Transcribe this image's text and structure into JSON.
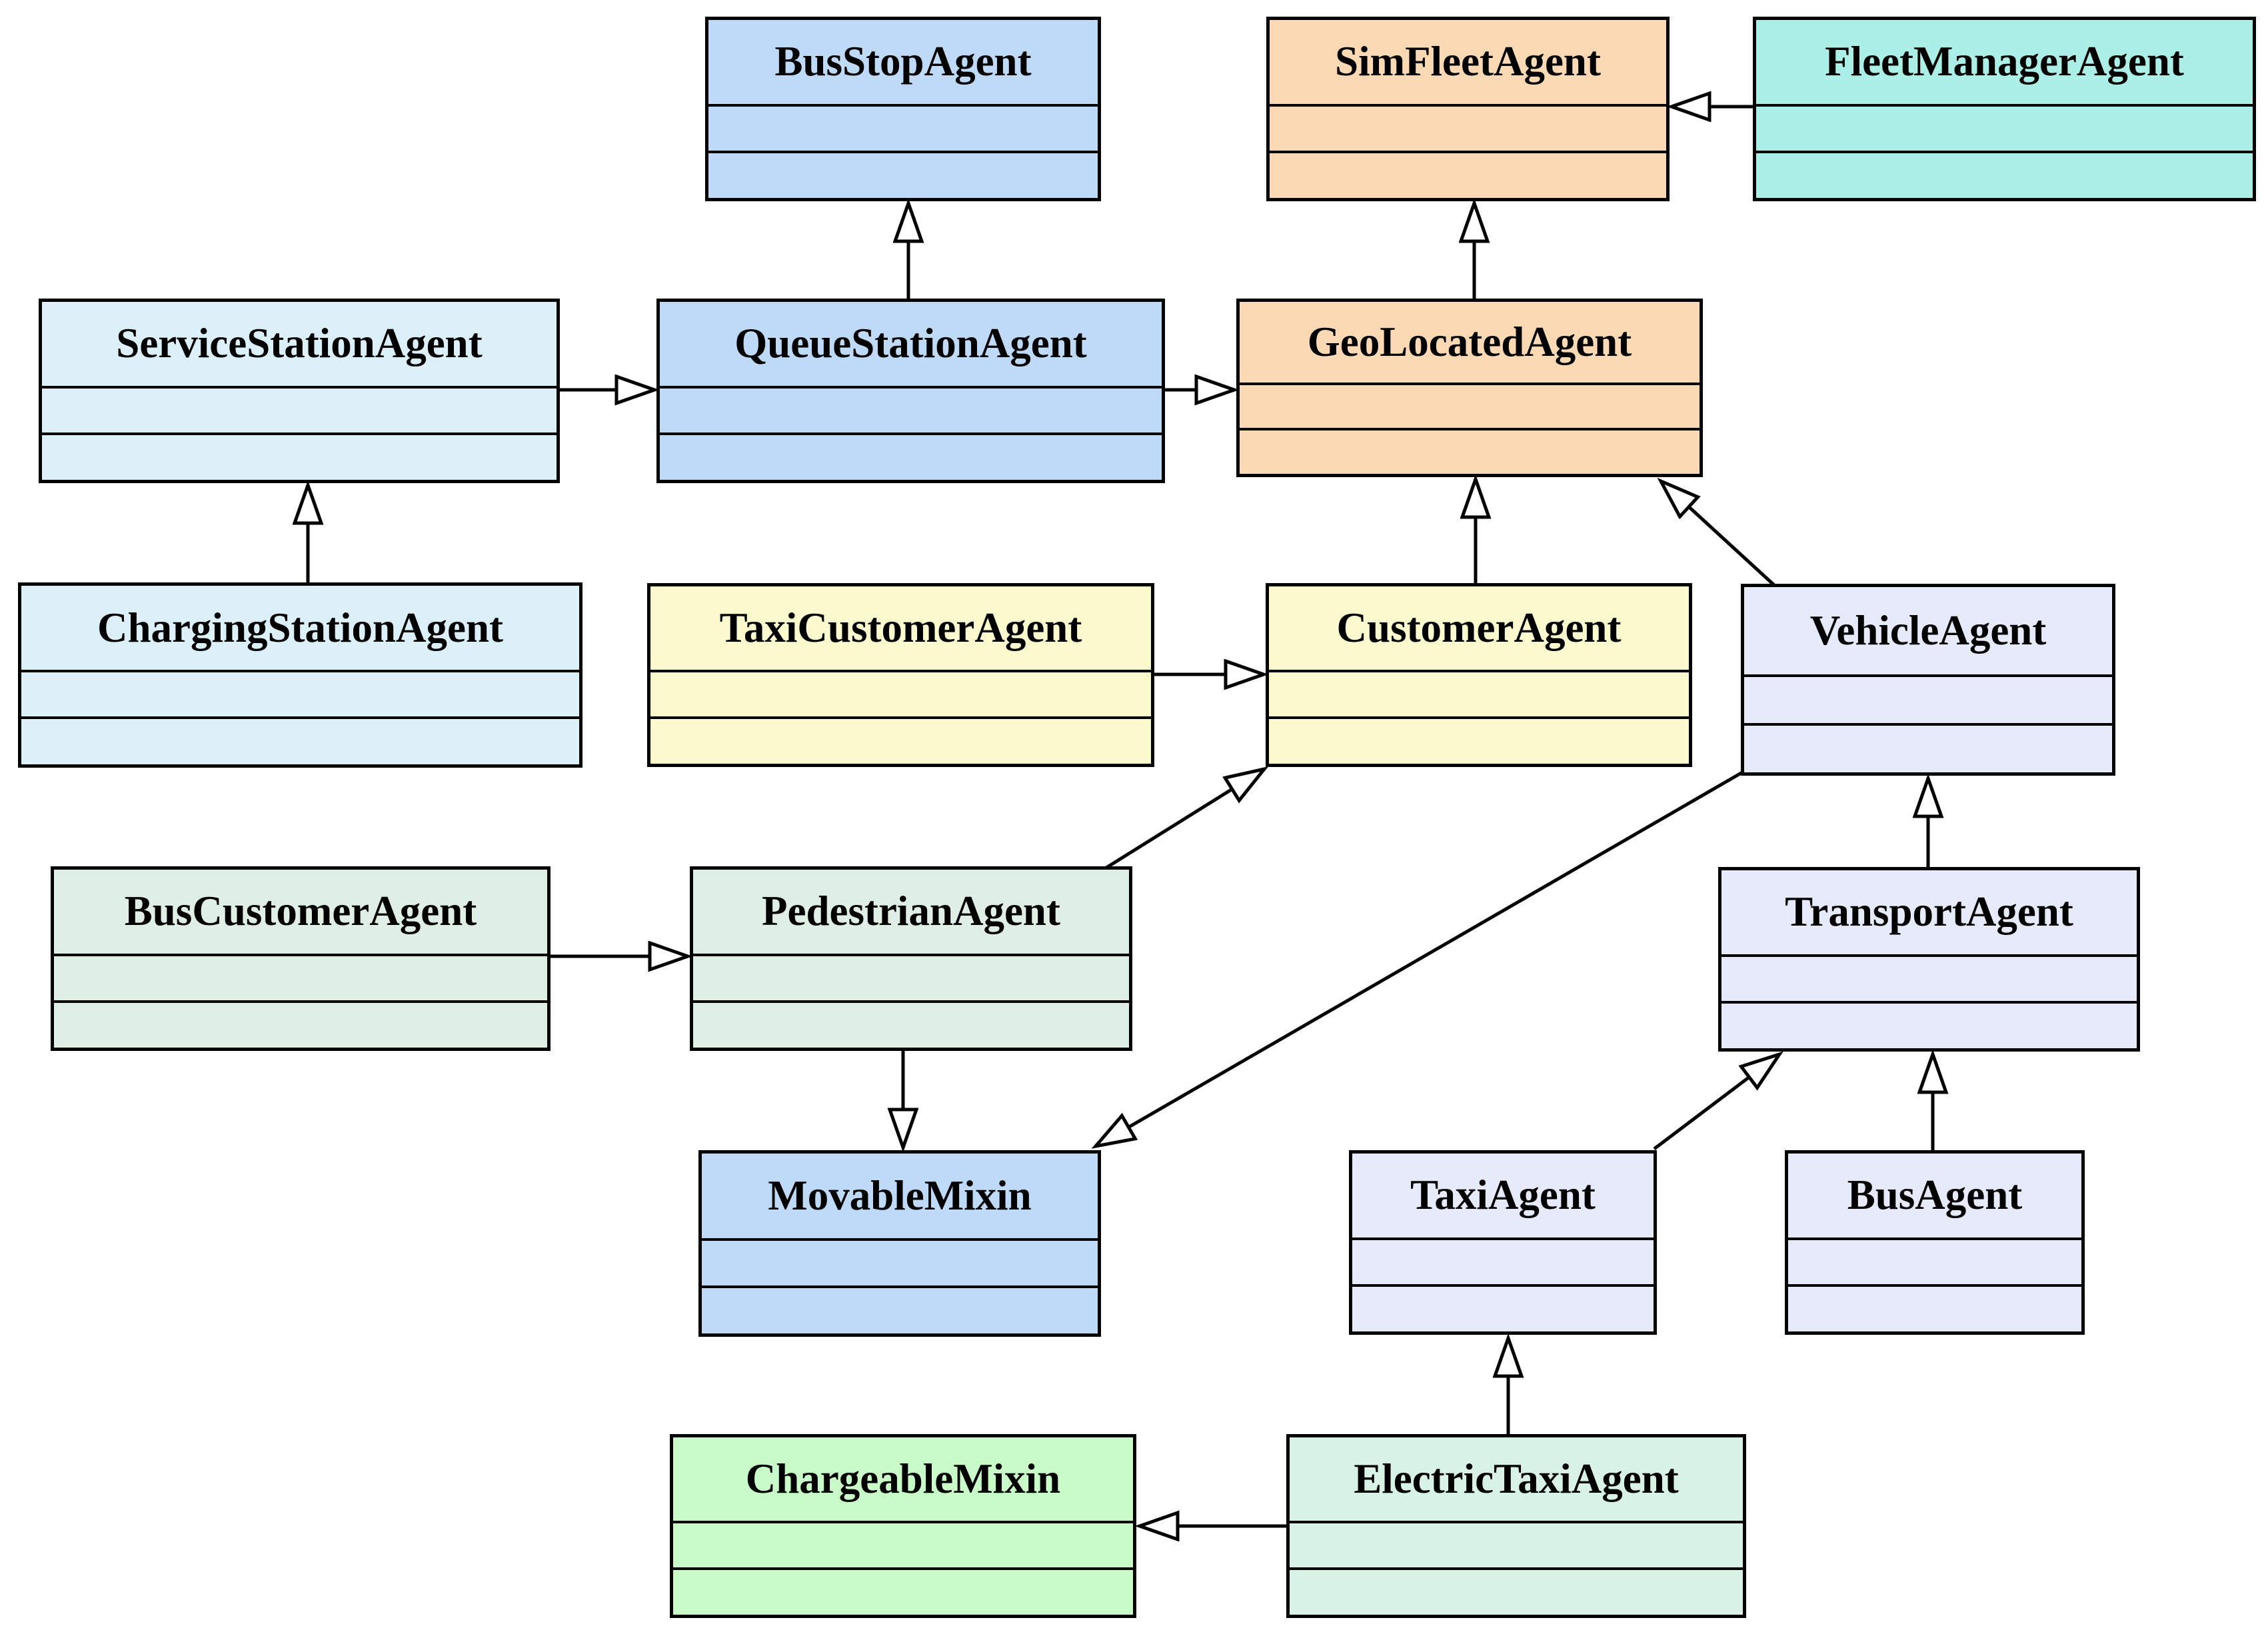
{
  "diagram": {
    "type": "uml-class-inheritance-diagram",
    "background_color": "#ffffff",
    "line_color": "#000000",
    "arrowhead_style": "hollow-triangle"
  },
  "nodes": [
    {
      "id": "bus-stop-agent",
      "label": "BusStopAgent",
      "color": "#BFDAF7"
    },
    {
      "id": "sim-fleet-agent",
      "label": "SimFleetAgent",
      "color": "#FBD9B4"
    },
    {
      "id": "fleet-manager-agent",
      "label": "FleetManagerAgent",
      "color": "#ACEFE6"
    },
    {
      "id": "service-station-agent",
      "label": "ServiceStationAgent",
      "color": "#DCF0FA"
    },
    {
      "id": "queue-station-agent",
      "label": "QueueStationAgent",
      "color": "#BFDAF7"
    },
    {
      "id": "geo-located-agent",
      "label": "GeoLocatedAgent",
      "color": "#FBD9B4"
    },
    {
      "id": "charging-station-agent",
      "label": "ChargingStationAgent",
      "color": "#DCF0FA"
    },
    {
      "id": "taxi-customer-agent",
      "label": "TaxiCustomerAgent",
      "color": "#FBF9CE"
    },
    {
      "id": "customer-agent",
      "label": "CustomerAgent",
      "color": "#FBF9CE"
    },
    {
      "id": "vehicle-agent",
      "label": "VehicleAgent",
      "color": "#E6EAFB"
    },
    {
      "id": "bus-customer-agent",
      "label": "BusCustomerAgent",
      "color": "#E0EFE6"
    },
    {
      "id": "pedestrian-agent",
      "label": "PedestrianAgent",
      "color": "#E0EFE6"
    },
    {
      "id": "transport-agent",
      "label": "TransportAgent",
      "color": "#E6EAFB"
    },
    {
      "id": "movable-mixin",
      "label": "MovableMixin",
      "color": "#BFDAF7"
    },
    {
      "id": "taxi-agent",
      "label": "TaxiAgent",
      "color": "#E6EAFB"
    },
    {
      "id": "bus-agent",
      "label": "BusAgent",
      "color": "#E6EAFB"
    },
    {
      "id": "chargeable-mixin",
      "label": "ChargeableMixin",
      "color": "#C9FBC9"
    },
    {
      "id": "electric-taxi-agent",
      "label": "ElectricTaxiAgent",
      "color": "#D9F2E6"
    }
  ],
  "edges": [
    {
      "from": "QueueStationAgent",
      "to": "BusStopAgent",
      "type": "inheritance"
    },
    {
      "from": "GeoLocatedAgent",
      "to": "SimFleetAgent",
      "type": "inheritance"
    },
    {
      "from": "FleetManagerAgent",
      "to": "SimFleetAgent",
      "type": "inheritance"
    },
    {
      "from": "ServiceStationAgent",
      "to": "QueueStationAgent",
      "type": "inheritance"
    },
    {
      "from": "QueueStationAgent",
      "to": "GeoLocatedAgent",
      "type": "inheritance"
    },
    {
      "from": "ChargingStationAgent",
      "to": "ServiceStationAgent",
      "type": "inheritance"
    },
    {
      "from": "TaxiCustomerAgent",
      "to": "CustomerAgent",
      "type": "inheritance"
    },
    {
      "from": "CustomerAgent",
      "to": "GeoLocatedAgent",
      "type": "inheritance"
    },
    {
      "from": "VehicleAgent",
      "to": "GeoLocatedAgent",
      "type": "inheritance"
    },
    {
      "from": "BusCustomerAgent",
      "to": "PedestrianAgent",
      "type": "inheritance"
    },
    {
      "from": "PedestrianAgent",
      "to": "CustomerAgent",
      "type": "inheritance"
    },
    {
      "from": "PedestrianAgent",
      "to": "MovableMixin",
      "type": "inheritance"
    },
    {
      "from": "VehicleAgent",
      "to": "MovableMixin",
      "type": "inheritance"
    },
    {
      "from": "TransportAgent",
      "to": "VehicleAgent",
      "type": "inheritance"
    },
    {
      "from": "TaxiAgent",
      "to": "TransportAgent",
      "type": "inheritance"
    },
    {
      "from": "BusAgent",
      "to": "TransportAgent",
      "type": "inheritance"
    },
    {
      "from": "ElectricTaxiAgent",
      "to": "TaxiAgent",
      "type": "inheritance"
    },
    {
      "from": "ElectricTaxiAgent",
      "to": "ChargeableMixin",
      "type": "inheritance"
    }
  ]
}
